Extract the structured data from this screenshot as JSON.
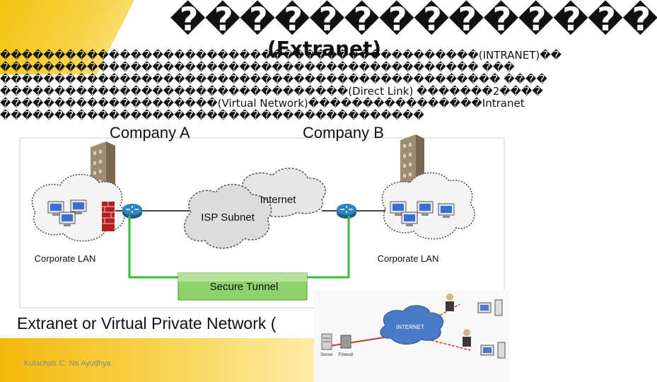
{
  "slide": {
    "title_thai": "��������������",
    "title_extranet": "(Extranet)",
    "body_lines": [
      "��������������������������������������������(INTRANET)��",
      "�������������������������������������������� ���",
      "���������������������������������������������� ����",
      "��������������������������������(Direct Link) �������2����",
      "��������������������(Virtual Network)����������������Intranet",
      "���������������������������������������"
    ],
    "company_a": "Company A",
    "company_b": "Company B",
    "caption": "Extranet  or Virtual Private Network (",
    "footer": "Kulachatr C. Na Ayudhya"
  },
  "diagram": {
    "left_lan_label": "Corporate LAN",
    "right_lan_label": "Corporate LAN",
    "isp_label": "ISP Subnet",
    "internet_label": "Internet",
    "tunnel_label": "Secure Tunnel",
    "mini_internet_label": "INTERNET",
    "mini_server_label": "Server",
    "mini_firewall_label": "Firewall",
    "colors": {
      "tunnel": "#8fd16a",
      "tunnel_line": "#3cb83c",
      "router": "#2e86c1",
      "cloud": "#dcdcdc",
      "lan_cloud": "#f4f4f4"
    }
  }
}
